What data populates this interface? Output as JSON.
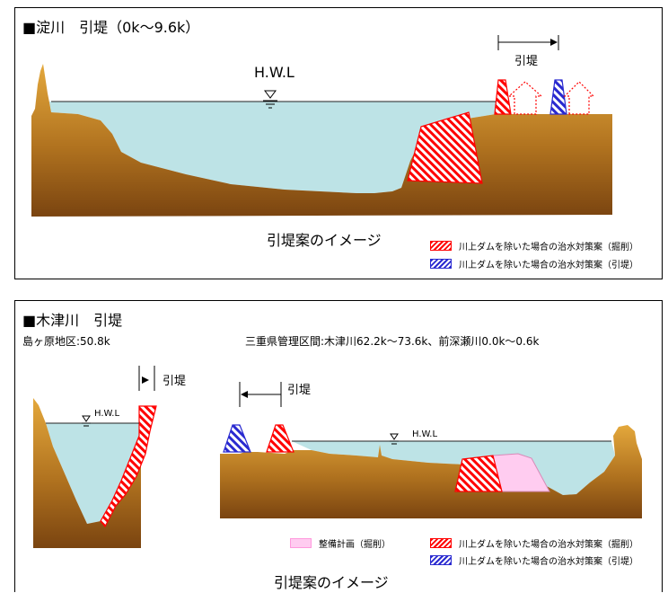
{
  "panel_top": {
    "title": "■淀川　引堤（0k～9.6k）",
    "hwl_label": "H.W.L",
    "setback_label": "引堤",
    "caption": "引堤案のイメージ",
    "legend": {
      "excavation": "川上ダムを除いた場合の治水対策案（掘削）",
      "setback": "川上ダムを除いた場合の治水対策案（引堤）"
    }
  },
  "panel_bottom": {
    "title": "■木津川　引堤",
    "left_site": "島ヶ原地区:50.8k",
    "right_site": "三重県管理区間:木津川62.2k～73.6k、前深瀬川0.0k～0.6k",
    "left_setback_label": "引堤",
    "right_setback_label": "引堤",
    "left_hwl_label": "H.W.L",
    "right_hwl_label": "H.W.L",
    "caption": "引堤案のイメージ",
    "legend": {
      "plan": "整備計画（掘削）",
      "excavation": "川上ダムを除いた場合の治水対策案（掘削）",
      "setback": "川上ダムを除いた場合の治水対策案（引堤）"
    }
  },
  "colors": {
    "water": "#bde3e6",
    "ground_top": "#e4a83c",
    "ground_bottom": "#7a4410",
    "excavation": "#ff0000",
    "setback": "#2a2ad0",
    "plan": "#ffccf0"
  },
  "icons": [
    "water-level-icon",
    "arrow-icon"
  ]
}
